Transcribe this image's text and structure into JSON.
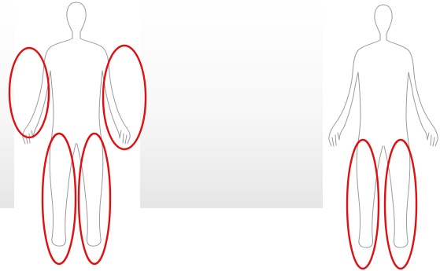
{
  "figure": {
    "description_present": false,
    "bodies": [
      {
        "id": "front",
        "view": "front",
        "highlighted_regions": [
          "left-arm",
          "right-arm",
          "left-leg",
          "right-leg"
        ]
      },
      {
        "id": "back",
        "view": "back",
        "highlighted_regions": [
          "left-leg",
          "right-leg"
        ]
      }
    ]
  },
  "colors": {
    "outline": "#9a9a9a",
    "highlight": "#e01010",
    "panel": "#ffffff",
    "background_gradient_end": "#e6e6e6"
  }
}
